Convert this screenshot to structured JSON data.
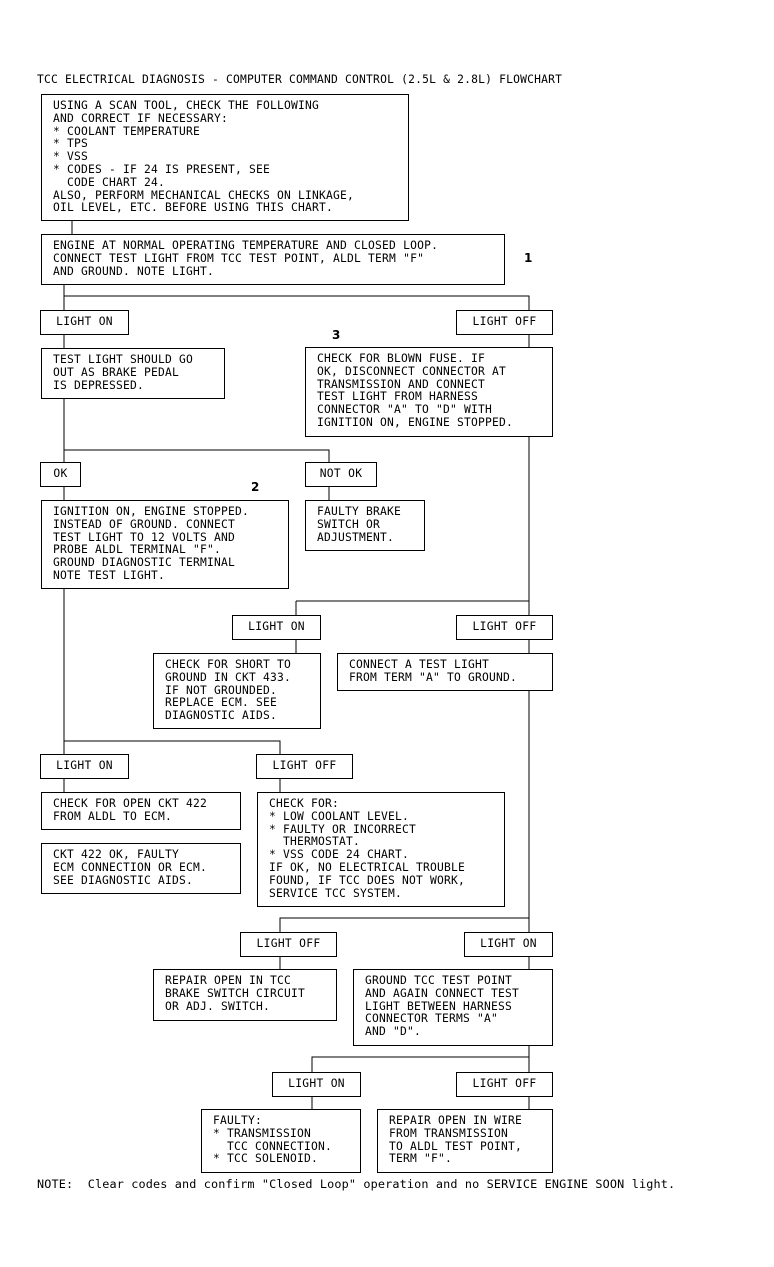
{
  "title": "TCC ELECTRICAL DIAGNOSIS - COMPUTER COMMAND CONTROL (2.5L & 2.8L) FLOWCHART",
  "note": "NOTE:  Clear codes and confirm \"Closed Loop\" operation and no SERVICE ENGINE SOON light.",
  "boxes": {
    "scan_tool": "USING A SCAN TOOL, CHECK THE FOLLOWING\nAND CORRECT IF NECESSARY:\n* COOLANT TEMPERATURE\n* TPS\n* VSS\n* CODES - IF 24 IS PRESENT, SEE\n  CODE CHART 24.\nALSO, PERFORM MECHANICAL CHECKS ON LINKAGE,\nOIL LEVEL, ETC. BEFORE USING THIS CHART.",
    "engine_normal": "ENGINE AT NORMAL OPERATING TEMPERATURE AND CLOSED LOOP.\nCONNECT TEST LIGHT FROM TCC TEST POINT, ALDL TERM \"F\"\nAND GROUND. NOTE LIGHT.",
    "test_light_go_out": "TEST LIGHT SHOULD GO\nOUT AS BRAKE PEDAL\nIS DEPRESSED.",
    "check_blown_fuse": "CHECK FOR BLOWN FUSE. IF\nOK, DISCONNECT CONNECTOR AT\nTRANSMISSION AND CONNECT\nTEST LIGHT FROM HARNESS\nCONNECTOR \"A\" TO \"D\" WITH\nIGNITION ON, ENGINE STOPPED.",
    "ignition_on": "IGNITION ON, ENGINE STOPPED.\nINSTEAD OF GROUND. CONNECT\nTEST LIGHT TO 12 VOLTS AND\nPROBE ALDL TERMINAL \"F\".\nGROUND DIAGNOSTIC TERMINAL\nNOTE TEST LIGHT.",
    "faulty_brake": "FAULTY BRAKE\nSWITCH OR\nADJUSTMENT.",
    "check_short": "CHECK FOR SHORT TO\nGROUND IN CKT 433.\nIF NOT GROUNDED.\nREPLACE ECM. SEE\nDIAGNOSTIC AIDS.",
    "connect_test_light": "CONNECT A TEST LIGHT\nFROM TERM \"A\" TO GROUND.",
    "check_open_422": "CHECK FOR OPEN CKT 422\nFROM ALDL TO ECM.",
    "ckt_422_ok": "CKT 422 OK, FAULTY\nECM CONNECTION OR ECM.\nSEE DIAGNOSTIC AIDS.",
    "check_for": "CHECK FOR:\n* LOW COOLANT LEVEL.\n* FAULTY OR INCORRECT\n  THERMOSTAT.\n* VSS CODE 24 CHART.\nIF OK, NO ELECTRICAL TROUBLE\nFOUND, IF TCC DOES NOT WORK,\nSERVICE TCC SYSTEM.",
    "repair_open_brake": "REPAIR OPEN IN TCC\nBRAKE SWITCH CIRCUIT\nOR ADJ. SWITCH.",
    "ground_tcc": "GROUND TCC TEST POINT\nAND AGAIN CONNECT TEST\nLIGHT BETWEEN HARNESS\nCONNECTOR TERMS \"A\"\nAND \"D\".",
    "faulty_transmission": "FAULTY:\n* TRANSMISSION\n  TCC CONNECTION.\n* TCC SOLENOID.",
    "repair_open_wire": "REPAIR OPEN IN WIRE\nFROM TRANSMISSION\nTO ALDL TEST POINT,\nTERM \"F\"."
  },
  "labels": {
    "light_on": "LIGHT ON",
    "light_off": "LIGHT OFF",
    "ok": "OK",
    "not_ok": "NOT OK"
  },
  "step_numbers": {
    "one": "1",
    "two": "2",
    "three": "3"
  }
}
